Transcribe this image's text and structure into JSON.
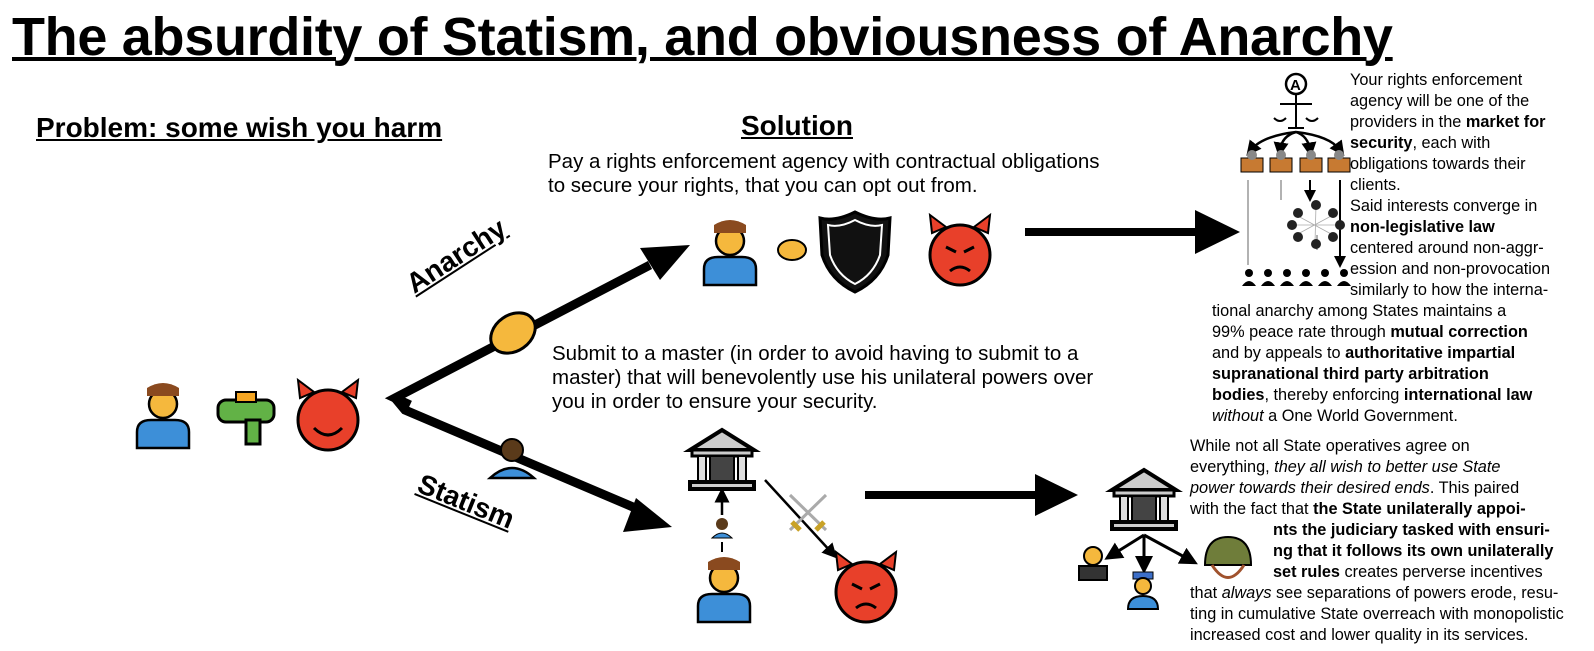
{
  "title": "The absurdity of Statism, and obviousness of Anarchy",
  "problem_heading": "Problem: some wish you harm",
  "solution_heading": "Solution",
  "anarchy_label": "Anarchy",
  "statism_label": "Statism",
  "anarchy_description": [
    "Pay a rights enforcement agency with contractual obligations",
    "to secure your rights, that you can opt out from."
  ],
  "statism_description": [
    "Submit to a master (in order to avoid having to submit to a",
    "master) that will benevolently use his unilateral powers over",
    "you in order to ensure your security."
  ],
  "anarchy_explanation": [
    [
      {
        "t": "Your rights enforcement"
      }
    ],
    [
      {
        "t": "agency will be one of the"
      }
    ],
    [
      {
        "t": "providers in the "
      },
      {
        "t": "market for",
        "s": "b"
      }
    ],
    [
      {
        "t": "security",
        "s": "b"
      },
      {
        "t": ", each with"
      }
    ],
    [
      {
        "t": "obligations towards their"
      }
    ],
    [
      {
        "t": "clients."
      }
    ],
    [
      {
        "t": "Said interests converge in"
      }
    ],
    [
      {
        "t": "non-legislative law",
        "s": "b"
      }
    ],
    [
      {
        "t": "centered around non-aggr-"
      }
    ],
    [
      {
        "t": "ession and non-provocation"
      }
    ],
    [
      {
        "t": "similarly to how the interna-"
      }
    ],
    [
      {
        "t": "tional anarchy among States maintains a"
      }
    ],
    [
      {
        "t": "99% peace rate through "
      },
      {
        "t": "mutual correction",
        "s": "b"
      }
    ],
    [
      {
        "t": "and by appeals to "
      },
      {
        "t": "authoritative impartial",
        "s": "b"
      }
    ],
    [
      {
        "t": "supranational third party arbitration",
        "s": "b"
      }
    ],
    [
      {
        "t": "bodies",
        "s": "b"
      },
      {
        "t": ", thereby enforcing "
      },
      {
        "t": "international law",
        "s": "b"
      }
    ],
    [
      {
        "t": "without",
        "s": "i"
      },
      {
        "t": " a One World Government."
      }
    ]
  ],
  "statism_explanation": [
    [
      {
        "t": "While not all State operatives agree on"
      }
    ],
    [
      {
        "t": "everything, "
      },
      {
        "t": "they all wish to better use State",
        "s": "i"
      }
    ],
    [
      {
        "t": "power towards their desired ends",
        "s": "i"
      },
      {
        "t": ". This paired"
      }
    ],
    [
      {
        "t": "with the fact that "
      },
      {
        "t": "the State unilaterally appoi-",
        "s": "b"
      }
    ],
    [
      {
        "t": "nts the judiciary tasked with ensuri-",
        "s": "b"
      }
    ],
    [
      {
        "t": "ng that it follows its own unilaterally",
        "s": "b"
      }
    ],
    [
      {
        "t": "set rules",
        "s": "b"
      },
      {
        "t": " creates perverse incentives"
      }
    ],
    [
      {
        "t": "that "
      },
      {
        "t": "always",
        "s": "i"
      },
      {
        "t": " see separations of powers erode, resu-"
      }
    ],
    [
      {
        "t": "ting in cumulative State overreach with monopolistic"
      }
    ],
    [
      {
        "t": "increased cost and lower quality in its services."
      }
    ]
  ],
  "colors": {
    "devil": "#e8402a",
    "skin": "#f5b83d",
    "shirt": "#3d8fd8",
    "helmet": "#6f7d3a"
  }
}
